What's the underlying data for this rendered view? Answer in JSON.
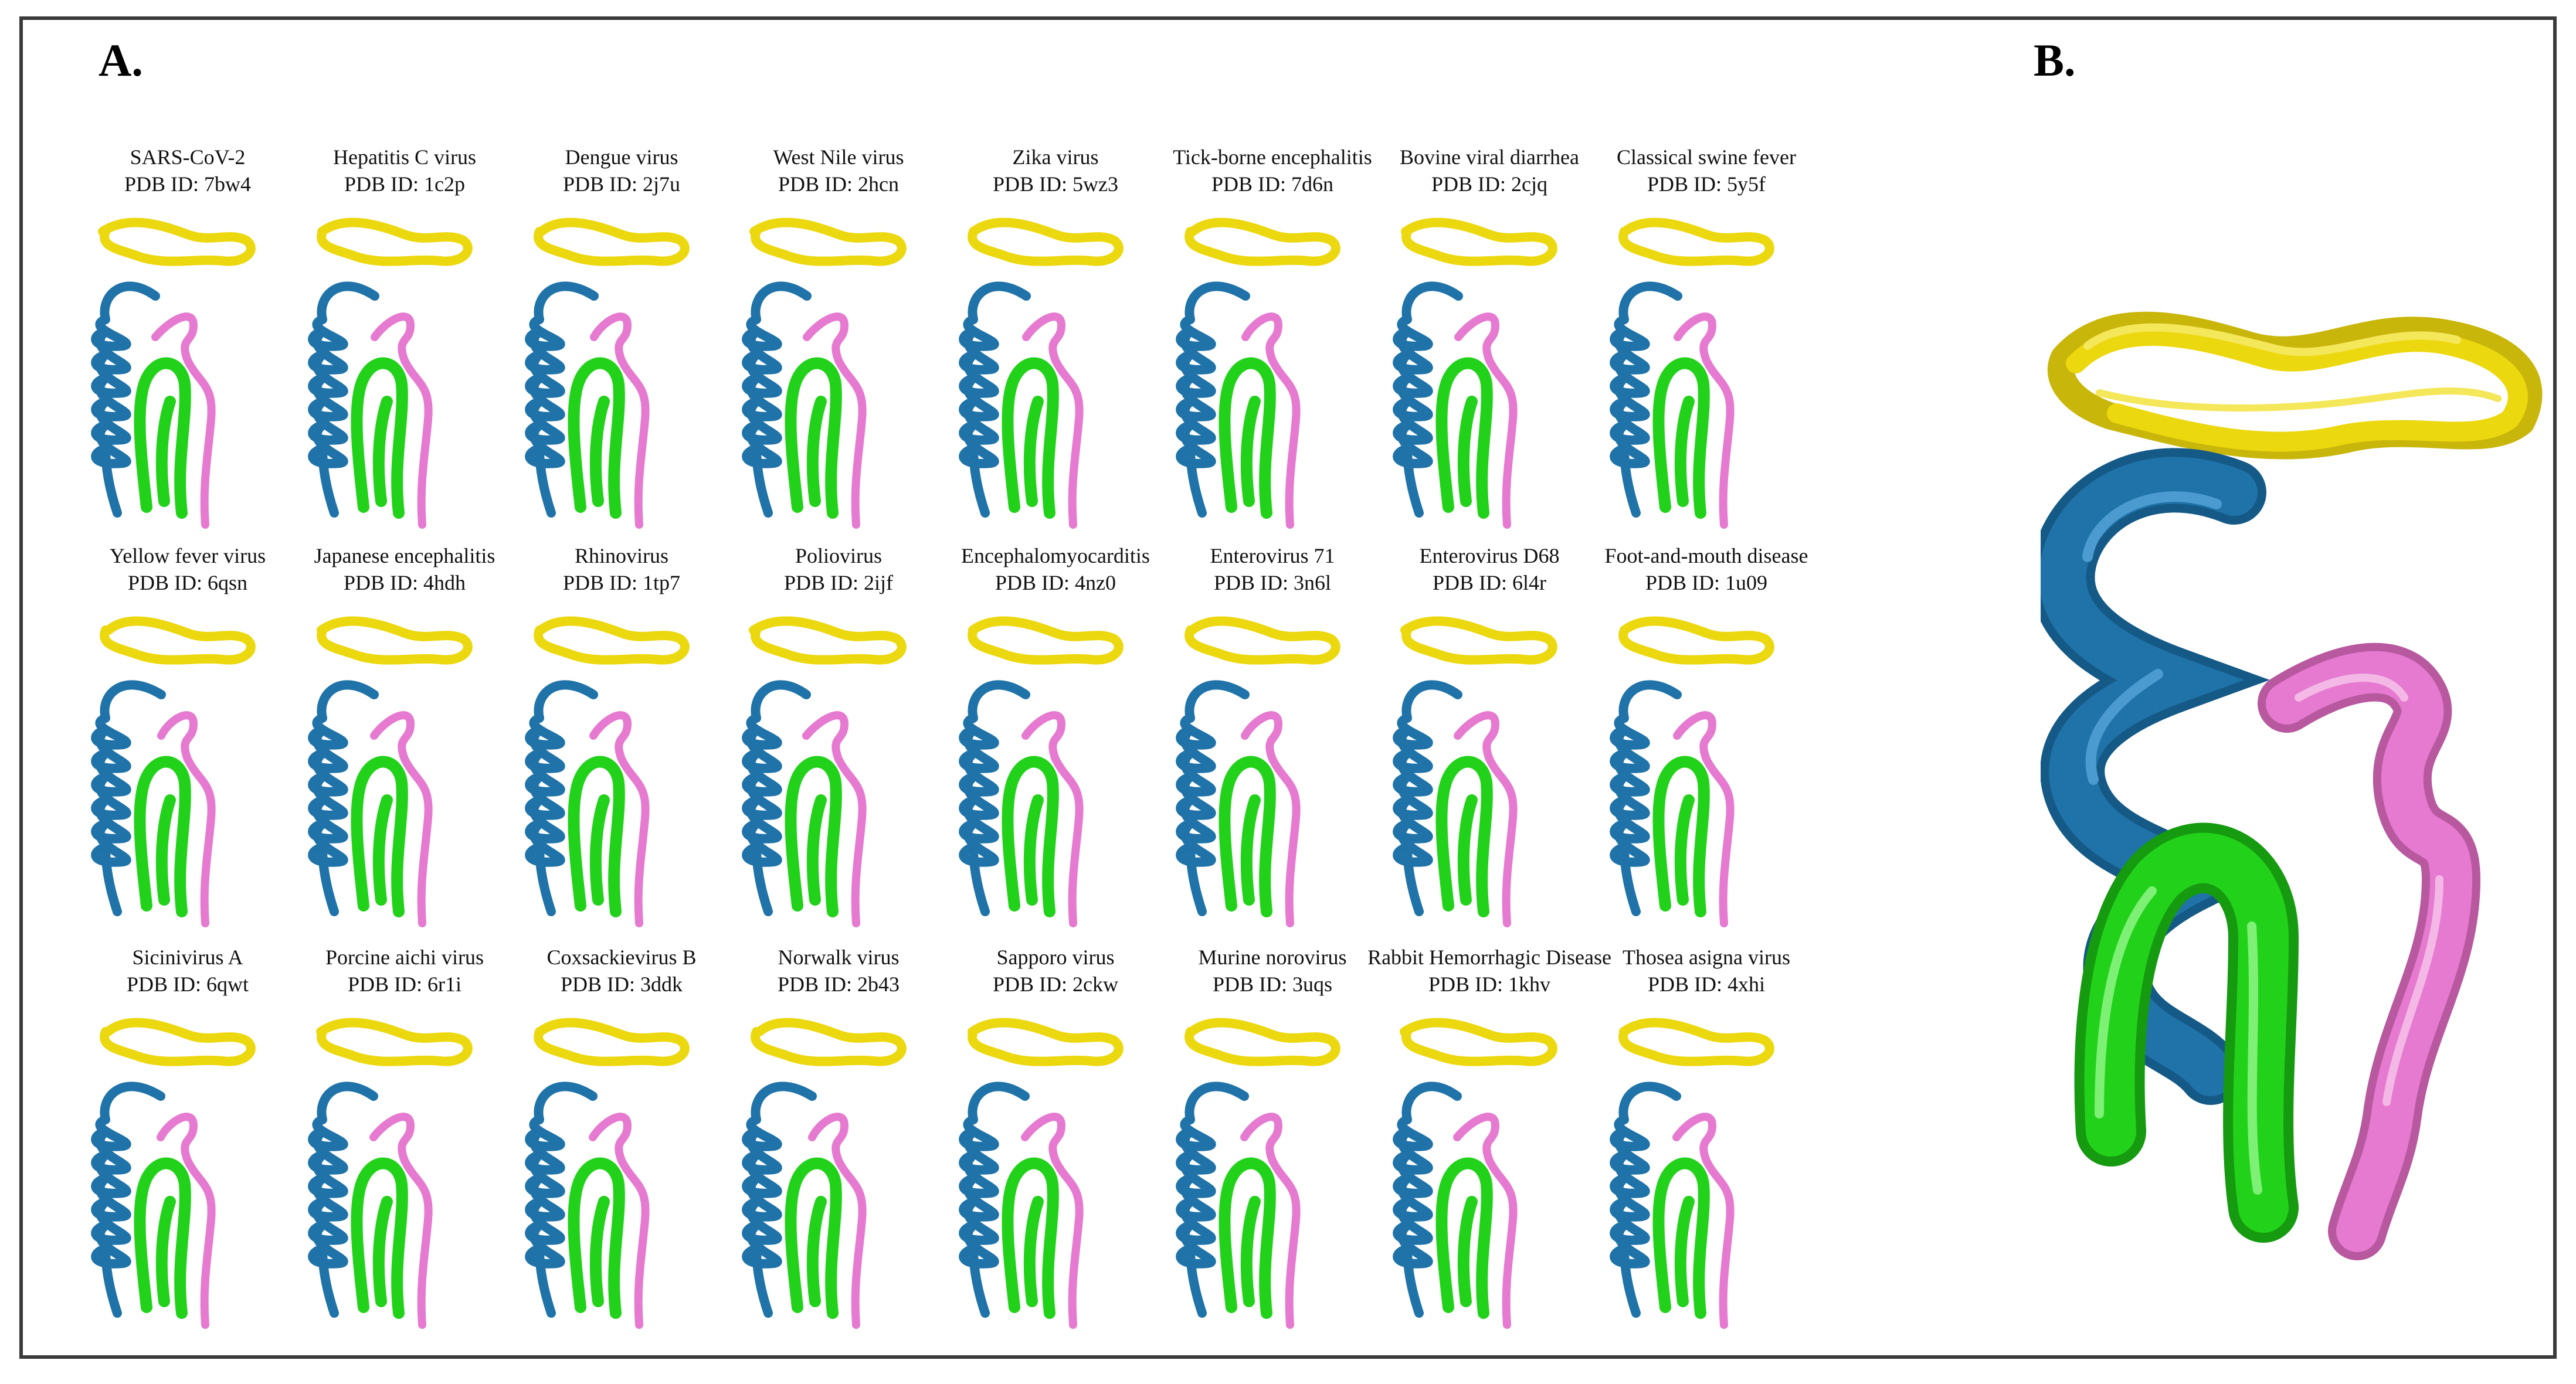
{
  "panels": {
    "a_label": "A.",
    "b_label": "B."
  },
  "colors": {
    "yellow": "#ecd80f",
    "blue": "#1f73a8",
    "green": "#22d21a",
    "pink": "#e57ad0"
  },
  "structures": [
    {
      "name": "SARS-CoV-2",
      "pdb": "PDB ID: 7bw4"
    },
    {
      "name": "Hepatitis C virus",
      "pdb": "PDB ID: 1c2p"
    },
    {
      "name": "Dengue virus",
      "pdb": "PDB ID: 2j7u"
    },
    {
      "name": "West Nile virus",
      "pdb": "PDB ID: 2hcn"
    },
    {
      "name": "Zika virus",
      "pdb": "PDB ID: 5wz3"
    },
    {
      "name": "Tick-borne encephalitis",
      "pdb": "PDB ID: 7d6n"
    },
    {
      "name": "Bovine viral diarrhea",
      "pdb": "PDB ID: 2cjq"
    },
    {
      "name": "Classical swine fever",
      "pdb": "PDB ID: 5y5f"
    },
    {
      "name": "Yellow fever virus",
      "pdb": "PDB ID: 6qsn"
    },
    {
      "name": "Japanese encephalitis",
      "pdb": "PDB ID: 4hdh"
    },
    {
      "name": "Rhinovirus",
      "pdb": "PDB ID: 1tp7"
    },
    {
      "name": "Poliovirus",
      "pdb": "PDB ID: 2ijf"
    },
    {
      "name": "Encephalomyocarditis",
      "pdb": "PDB ID: 4nz0"
    },
    {
      "name": "Enterovirus 71",
      "pdb": "PDB ID: 3n6l"
    },
    {
      "name": "Enterovirus D68",
      "pdb": "PDB ID: 6l4r"
    },
    {
      "name": "Foot-and-mouth disease",
      "pdb": "PDB ID: 1u09"
    },
    {
      "name": "Sicinivirus A",
      "pdb": "PDB ID: 6qwt"
    },
    {
      "name": "Porcine aichi virus",
      "pdb": "PDB ID: 6r1i"
    },
    {
      "name": "Coxsackievirus B",
      "pdb": "PDB ID: 3ddk"
    },
    {
      "name": "Norwalk virus",
      "pdb": "PDB ID: 2b43"
    },
    {
      "name": "Sapporo virus",
      "pdb": "PDB ID: 2ckw"
    },
    {
      "name": "Murine norovirus",
      "pdb": "PDB ID: 3uqs"
    },
    {
      "name": "Rabbit Hemorrhagic Disease",
      "pdb": "PDB ID: 1khv"
    },
    {
      "name": "Thosea asigna virus",
      "pdb": "PDB ID: 4xhi"
    }
  ]
}
